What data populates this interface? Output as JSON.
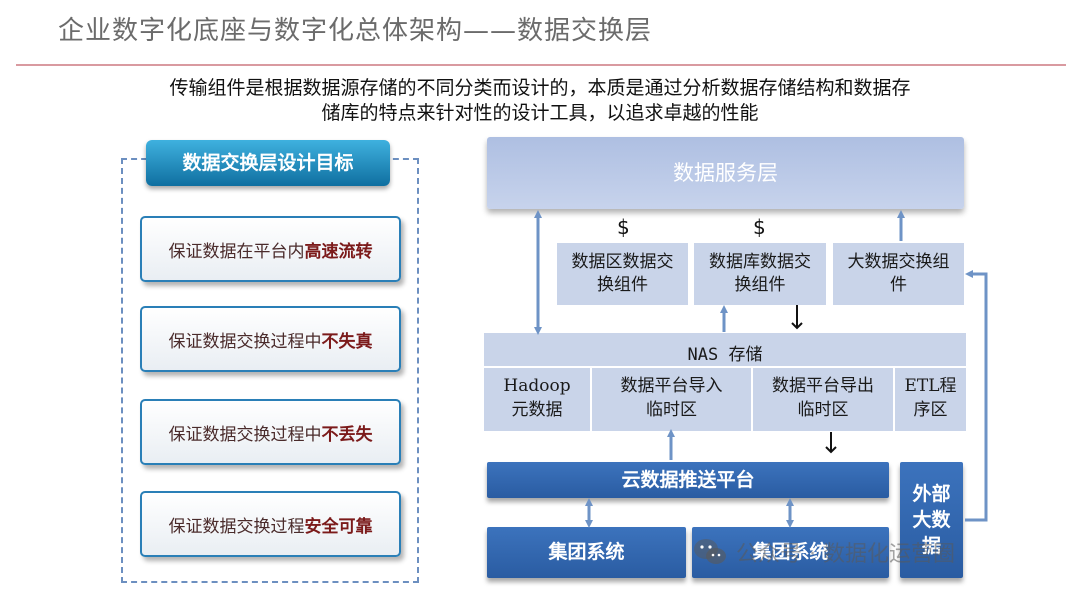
{
  "title": "企业数字化底座与数字化总体架构——数据交换层",
  "subtitle": {
    "line1": "传输组件是根据数据源存储的不同分类而设计的，本质是通过分析数据存储结构和数据存",
    "line2": "储库的特点来针对性的设计工具，以追求卓越的性能"
  },
  "goals": {
    "title": "数据交换层设计目标",
    "items": [
      {
        "prefix": "保证数据在平台内",
        "emph": "高速流转"
      },
      {
        "prefix": "保证数据交换过程中",
        "emph": "不失真"
      },
      {
        "prefix": "保证数据交换过程中",
        "emph": "不丢失"
      },
      {
        "prefix": "保证数据交换过程",
        "emph": "安全可靠"
      }
    ]
  },
  "diagram": {
    "data_service_layer": "数据服务层",
    "dollar_sign": "$",
    "components": [
      {
        "line1": "数据区数据交",
        "line2": "换组件"
      },
      {
        "line1": "数据库数据交",
        "line2": "换组件"
      },
      {
        "line1": "大数据交换组",
        "line2": "件"
      }
    ],
    "nas_label": "NAS 存储",
    "nas_cells": [
      {
        "line1": "Hadoop",
        "line2": "元数据"
      },
      {
        "line1": "数据平台导入",
        "line2": "临时区"
      },
      {
        "line1": "数据平台导出",
        "line2": "临时区"
      },
      {
        "line1": "ETL程",
        "line2": "序区"
      }
    ],
    "cloud_push_platform": "云数据推送平台",
    "group_systems": [
      "集团系统",
      "集团系统"
    ],
    "external_big_data": "外部大数据"
  },
  "watermark": "公众号 · 数据化运营圈",
  "colors": {
    "title_rule": "#d99aa0",
    "goal_border": "#2a7fb7",
    "frame_dash": "#6c8fc0",
    "box_blue": "#2f64ad",
    "light_panel": "#c9d4e9",
    "connector": "#6e93c6"
  }
}
